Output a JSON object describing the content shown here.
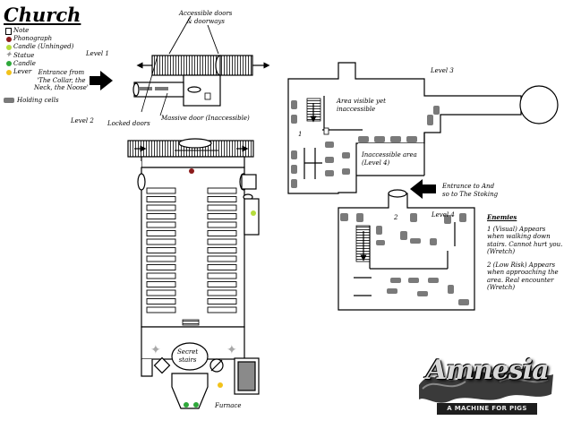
{
  "title": "Church",
  "legend": {
    "items": [
      {
        "icon": "note-icon",
        "label": "Note"
      },
      {
        "icon": "phonograph-icon",
        "label": "Phonograph",
        "color": "#8b1a1a"
      },
      {
        "icon": "candle-unhinged-icon",
        "label": "Candle (Unhinged)",
        "color": "#b5dc3c"
      },
      {
        "icon": "statue-icon",
        "label": "Statue"
      },
      {
        "icon": "candle-icon",
        "label": "Candle",
        "color": "#2ea83a"
      },
      {
        "icon": "lever-icon",
        "label": "Lever",
        "color": "#f2c21a"
      }
    ],
    "holding_cells": "Holding cells"
  },
  "labels": {
    "accessible_doors_1": "Accessible doors",
    "accessible_doors_2": "& doorways",
    "level1": "Level 1",
    "entrance_1": "Entrance from",
    "entrance_2": "'The Collar, the",
    "entrance_3": "Neck, the Noose'",
    "level2": "Level 2",
    "locked_doors": "Locked doors",
    "massive_door": "Massive door (Inaccessible)",
    "level3": "Level 3",
    "area_visible_1": "Area visible yet",
    "area_visible_2": "inaccessible",
    "inaccessible_1": "Inaccessible area",
    "inaccessible_2": "(Level 4)",
    "marker1": "1",
    "entrance_and_1": "Entrance to And",
    "entrance_and_2": "so to The Stoking",
    "level4": "Level 4",
    "marker2": "2",
    "secret_1": "Secret",
    "secret_2": "stairs",
    "furnace": "Furnace"
  },
  "enemies": {
    "heading": "Enemies",
    "e1": [
      "1 (Visual) Appears",
      "when walking down",
      "stairs. Cannot hurt you.",
      "(Wretch)"
    ],
    "e2": [
      "2 (Low Risk) Appears",
      "when approaching the",
      "area. Real encounter",
      "(Wretch)"
    ]
  },
  "logo": {
    "name": "Amnesia",
    "tagline": "A MACHINE FOR PIGS"
  },
  "colors": {
    "cell": "#7a7a7a",
    "phonograph": "#8b1a1a",
    "candle_unhinged": "#b5dc3c",
    "candle": "#2ea83a",
    "lever": "#f2c21a",
    "furnace": "#8a8a8a"
  }
}
